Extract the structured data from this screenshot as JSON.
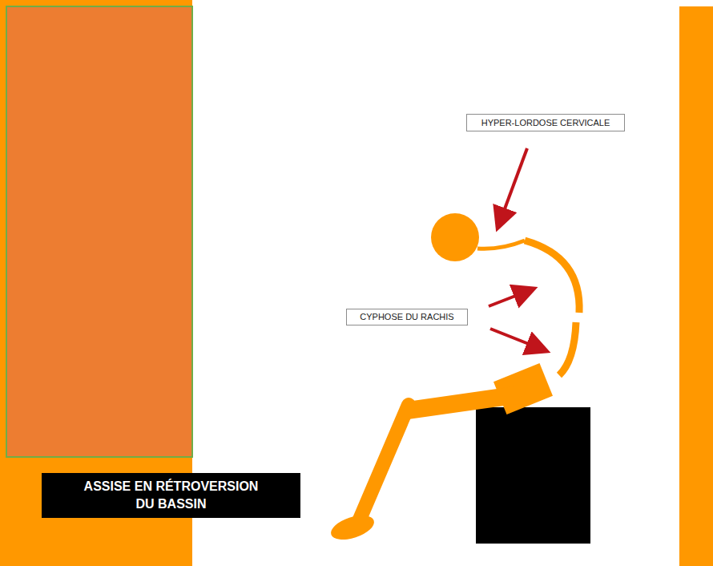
{
  "diagram": {
    "nodes": [
      {
        "text": [
          "HYPER-LORDOSE CERVICALE"
        ]
      },
      {
        "text": [
          "CYPHOSE DU RACHIS"
        ]
      },
      {
        "text": [
          "ASSISE EN RÉTROVERSION DU BASSIN"
        ]
      }
    ]
  }
}
